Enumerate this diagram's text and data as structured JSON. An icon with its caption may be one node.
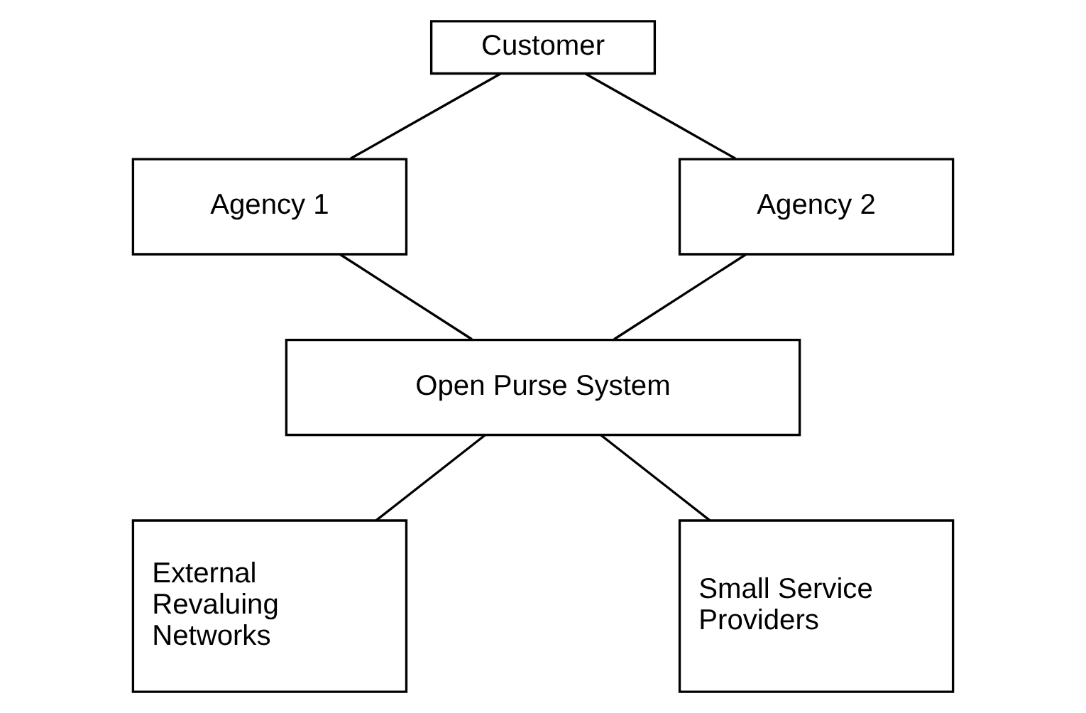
{
  "diagram": {
    "nodes": [
      {
        "text": [
          "Customer"
        ]
      },
      {
        "text": [
          "Agency 1"
        ]
      },
      {
        "text": [
          "Agency 2"
        ]
      },
      {
        "text": [
          "Open Purse System"
        ]
      },
      {
        "text": [
          "External Revaluing Networks"
        ]
      },
      {
        "text": [
          "Small Service Providers"
        ]
      }
    ],
    "edges": [
      {
        "from": 0,
        "to": 1,
        "arrow": "none"
      },
      {
        "from": 0,
        "to": 2,
        "arrow": "none"
      },
      {
        "from": 1,
        "to": 3,
        "arrow": "none"
      },
      {
        "from": 2,
        "to": 3,
        "arrow": "none"
      },
      {
        "from": 3,
        "to": 4,
        "arrow": "none"
      },
      {
        "from": 3,
        "to": 5,
        "arrow": "none"
      }
    ]
  }
}
